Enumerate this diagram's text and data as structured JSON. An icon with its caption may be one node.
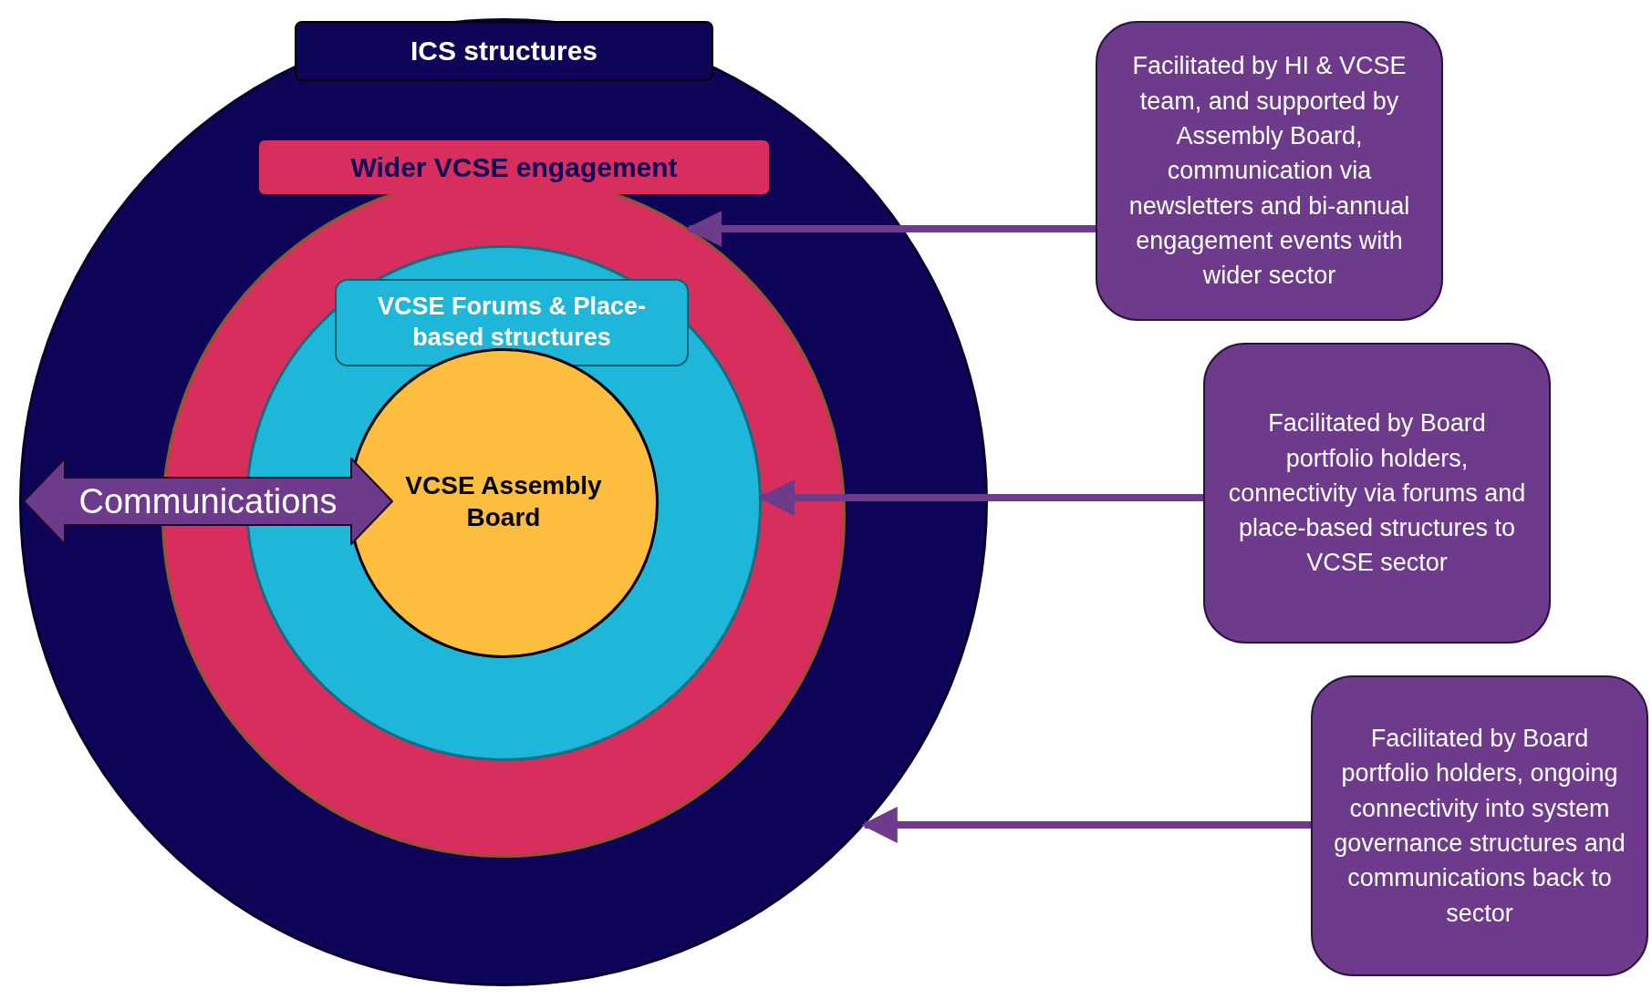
{
  "diagram": {
    "nodes": [
      {
        "text": [
          "ICS structures"
        ]
      },
      {
        "text": [
          "Wider VCSE engagement"
        ],
        "in": 0
      },
      {
        "text": [
          "VCSE Forums & Place-based structures"
        ],
        "in": 1
      },
      {
        "text": [
          "VCSE Assembly Board"
        ],
        "in": 2
      },
      {
        "text": [
          "Communications"
        ],
        "in": 0
      },
      {
        "text": [
          "Facilitated by HI & VCSE team, and supported by Assembly Board, communication via newsletters and bi-annual engagement events with wider sector"
        ]
      },
      {
        "text": [
          "Facilitated by Board portfolio holders, connectivity via forums and place-based structures to VCSE sector"
        ]
      },
      {
        "text": [
          "Facilitated by Board portfolio holders, ongoing connectivity into system governance structures and communications back to sector"
        ]
      }
    ],
    "edges": [
      {
        "from": 5,
        "to": 1,
        "arrow": "to"
      },
      {
        "from": 6,
        "to": 2,
        "arrow": "to"
      },
      {
        "from": 7,
        "to": 0,
        "arrow": "to"
      }
    ]
  }
}
